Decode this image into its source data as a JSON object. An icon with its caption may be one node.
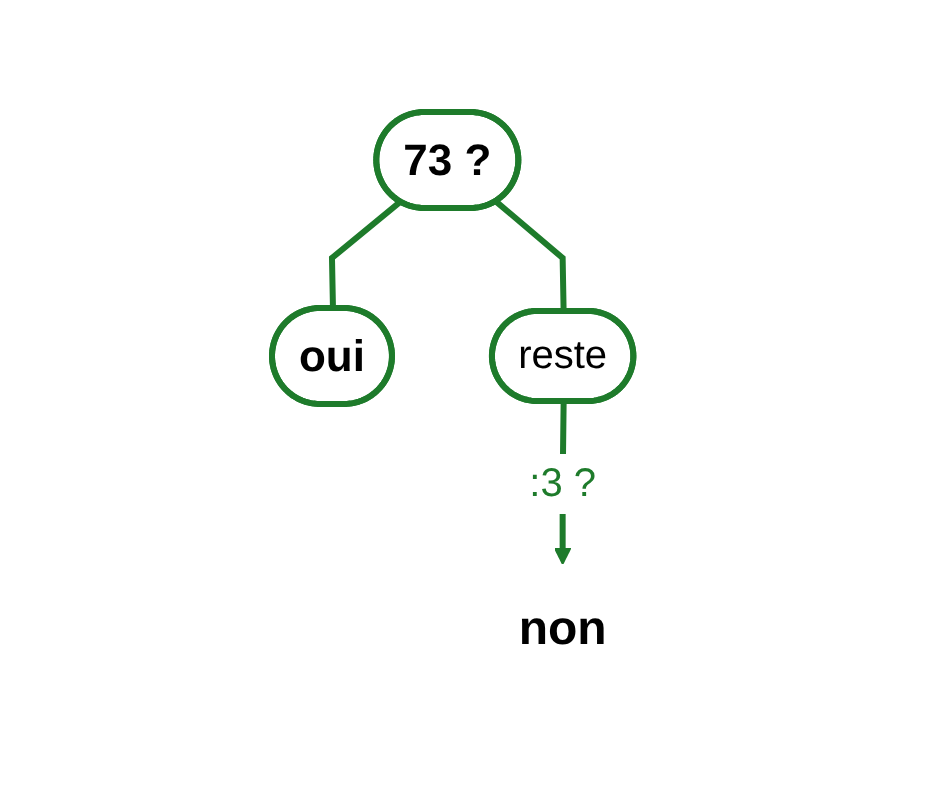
{
  "diagram": {
    "nodes": [
      {
        "text": [
          "73  ?"
        ]
      },
      {
        "text": [
          "oui"
        ]
      },
      {
        "text": [
          "reste"
        ]
      },
      {
        "text": [
          "non"
        ]
      }
    ],
    "edges": [
      {
        "from": 0,
        "to": 1,
        "arrow": "none"
      },
      {
        "from": 0,
        "to": 2,
        "arrow": "none"
      },
      {
        "from": 2,
        "to": 3,
        "arrow": "to",
        "label": ":3 ?"
      }
    ]
  }
}
